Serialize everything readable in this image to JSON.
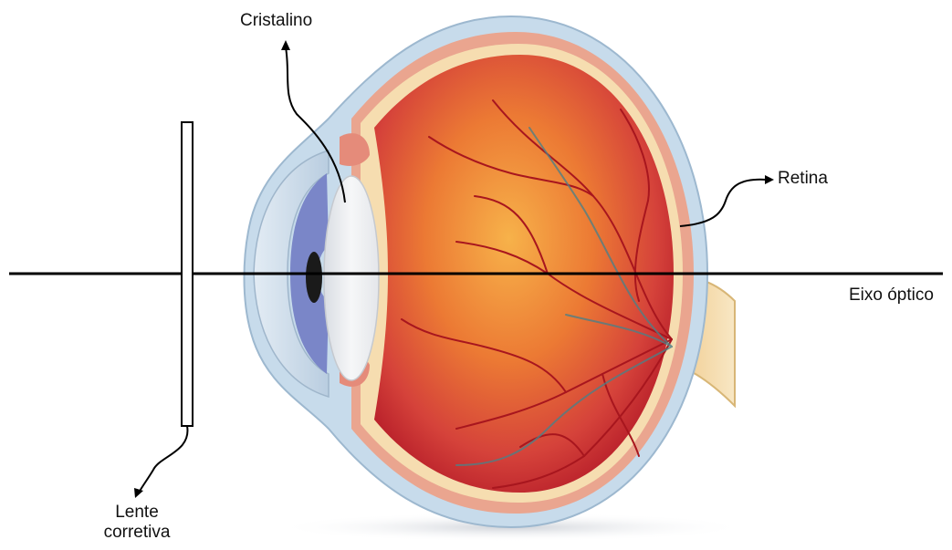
{
  "labels": {
    "lens_crystalline": "Cristalino",
    "retina": "Retina",
    "optical_axis": "Eixo óptico",
    "corrective_lens_line1": "Lente",
    "corrective_lens_line2": "corretiva"
  },
  "colors": {
    "sclera_outer": "#bcd3e6",
    "choroid": "#e8a08c",
    "fundus_center": "#f4a13a",
    "fundus_edge": "#c52a2f",
    "iris": "#7a86c8",
    "lens": "#eef0f2",
    "vessel": "#a8161e",
    "optic_nerve": "#f2d9a4",
    "line": "#000000"
  }
}
